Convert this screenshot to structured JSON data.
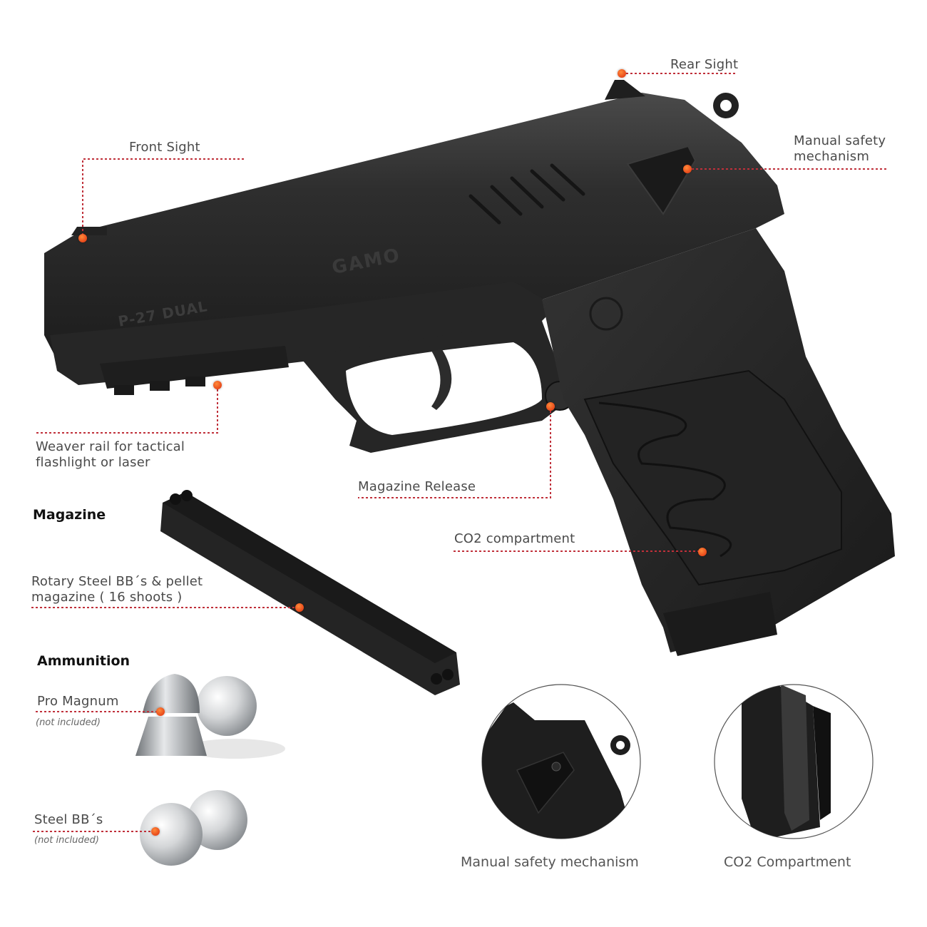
{
  "brand_marks": {
    "slide_logo": "GAMO",
    "model": "P-27 DUAL"
  },
  "callouts": {
    "front_sight": "Front Sight",
    "rear_sight": "Rear Sight",
    "manual_safety_line1": "Manual safety",
    "manual_safety_line2": "mechanism",
    "weaver_line1": "Weaver rail for tactical",
    "weaver_line2": "flashlight or laser",
    "magazine_release": "Magazine Release",
    "co2_compartment": "CO2 compartment"
  },
  "magazine": {
    "heading": "Magazine",
    "desc_line1": "Rotary Steel BB´s & pellet",
    "desc_line2": "magazine ( 16 shoots )"
  },
  "ammunition": {
    "heading": "Ammunition",
    "items": [
      {
        "name": "Pro Magnum",
        "note": "(not included)"
      },
      {
        "name": "Steel BB´s",
        "note": "(not included)"
      }
    ]
  },
  "detail_views": [
    {
      "caption": "Manual safety mechanism"
    },
    {
      "caption": "CO2 Compartment"
    }
  ],
  "colors": {
    "callout_dot": "#e8481a",
    "leader_line": "#c0303a",
    "gun_body": "#2a2a2a"
  }
}
